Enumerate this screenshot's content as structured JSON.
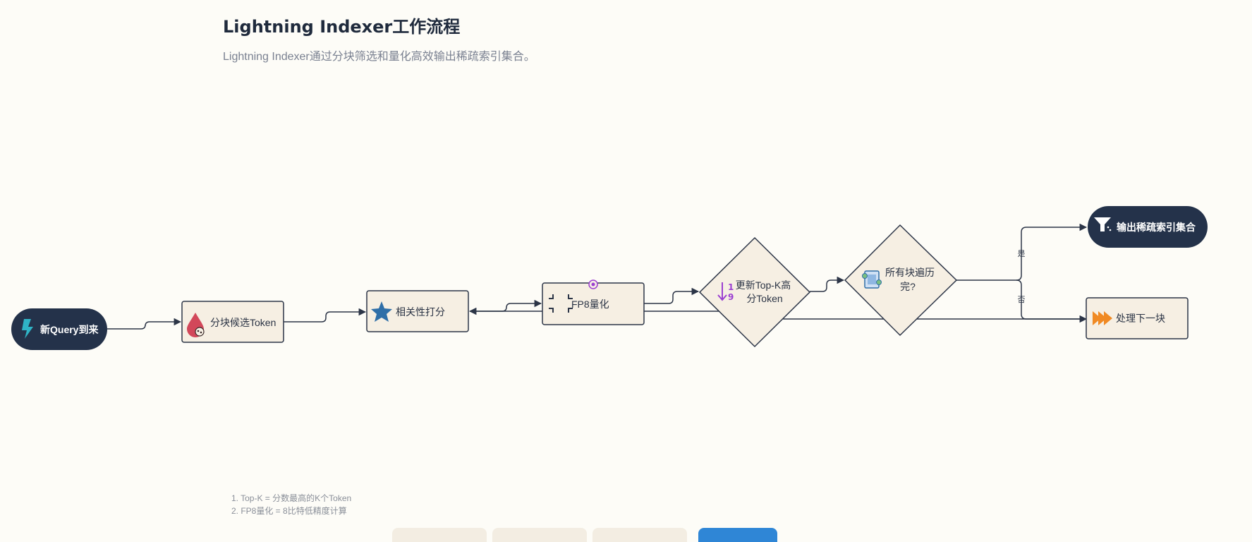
{
  "header": {
    "title": "Lightning Indexer工作流程",
    "subtitle": "Lightning Indexer通过分块筛选和量化高效输出稀疏索引集合。"
  },
  "diagram": {
    "nodes": {
      "start": {
        "label": "新Query到来",
        "icon": "bolt-icon"
      },
      "chunk": {
        "label": "分块候选Token",
        "icon": "drop-icon"
      },
      "score": {
        "label": "相关性打分",
        "icon": "star-icon"
      },
      "fp8": {
        "label": "FP8量化",
        "icon": "compress-icon"
      },
      "topk": {
        "label_line1": "更新Top-K高",
        "label_line2": "分Token",
        "icon": "sort-numeric-down-icon"
      },
      "check": {
        "label_line1": "所有块遍历",
        "label_line2": "完?",
        "icon": "blocks-icon"
      },
      "output": {
        "label": "输出稀疏索引集合",
        "icon": "funnel-icon"
      },
      "next": {
        "label": "处理下一块",
        "icon": "fast-forward-icon"
      }
    },
    "edge_labels": {
      "yes": "是",
      "no": "否"
    },
    "colors": {
      "dark_node": "#24324a",
      "light_node": "#f6efe3",
      "stroke": "#2c3547",
      "accent_purple": "#9b3fd1",
      "accent_orange": "#f08a24",
      "accent_teal": "#2fb4c6",
      "accent_red": "#d2485a",
      "accent_blue": "#2f6fa8"
    }
  },
  "notes": [
    "1. Top-K = 分数最高的K个Token",
    "2. FP8量化 = 8比特低精度计算"
  ]
}
